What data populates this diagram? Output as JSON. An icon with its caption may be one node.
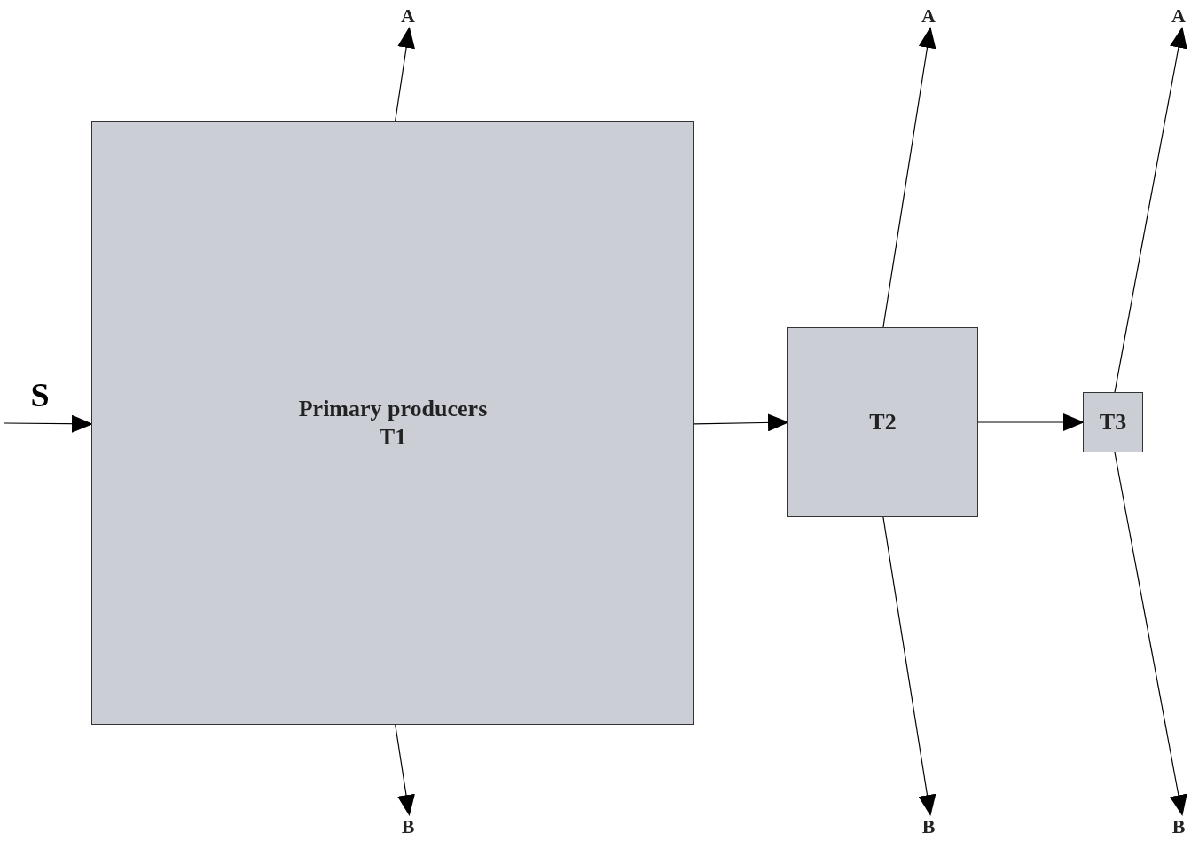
{
  "diagram": {
    "nodes": [
      {
        "text": [
          "Primary producers",
          "T1"
        ]
      },
      {
        "text": [
          "T2"
        ]
      },
      {
        "text": [
          "T3"
        ]
      },
      {
        "text": [
          "A"
        ]
      },
      {
        "text": [
          "A"
        ]
      },
      {
        "text": [
          "A"
        ]
      },
      {
        "text": [
          "B"
        ]
      },
      {
        "text": [
          "B"
        ]
      },
      {
        "text": [
          "B"
        ]
      }
    ],
    "edges": [
      {
        "from": null,
        "to": 0,
        "arrow": "to",
        "label": "S"
      },
      {
        "from": 0,
        "to": 1,
        "arrow": "to"
      },
      {
        "from": 1,
        "to": 2,
        "arrow": "to"
      },
      {
        "from": 0,
        "to": 3,
        "arrow": "to"
      },
      {
        "from": 0,
        "to": 6,
        "arrow": "to"
      },
      {
        "from": 1,
        "to": 4,
        "arrow": "to"
      },
      {
        "from": 1,
        "to": 7,
        "arrow": "to"
      },
      {
        "from": 2,
        "to": 5,
        "arrow": "to"
      },
      {
        "from": 2,
        "to": 8,
        "arrow": "to"
      }
    ]
  }
}
